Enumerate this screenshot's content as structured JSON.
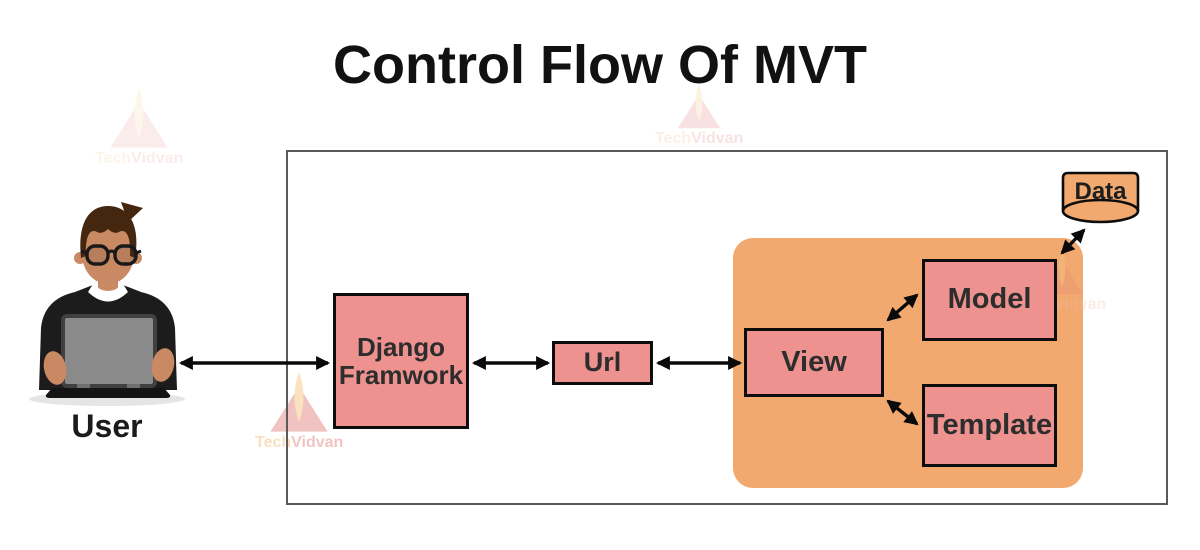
{
  "title": "Control Flow Of MVT",
  "user_label": "User",
  "nodes": {
    "django_line1": "Django",
    "django_line2": "Framwork",
    "url": "Url",
    "view": "View",
    "model": "Model",
    "template": "Template",
    "data": "Data"
  },
  "watermark": {
    "tech": "Tech",
    "vidvan": "Vidvan"
  },
  "colors": {
    "node_pink": "#ED928F",
    "container_orange": "#F2A96F",
    "frame_border": "#595959",
    "arrow_black": "#0A0A0A",
    "title_color": "#111111"
  }
}
